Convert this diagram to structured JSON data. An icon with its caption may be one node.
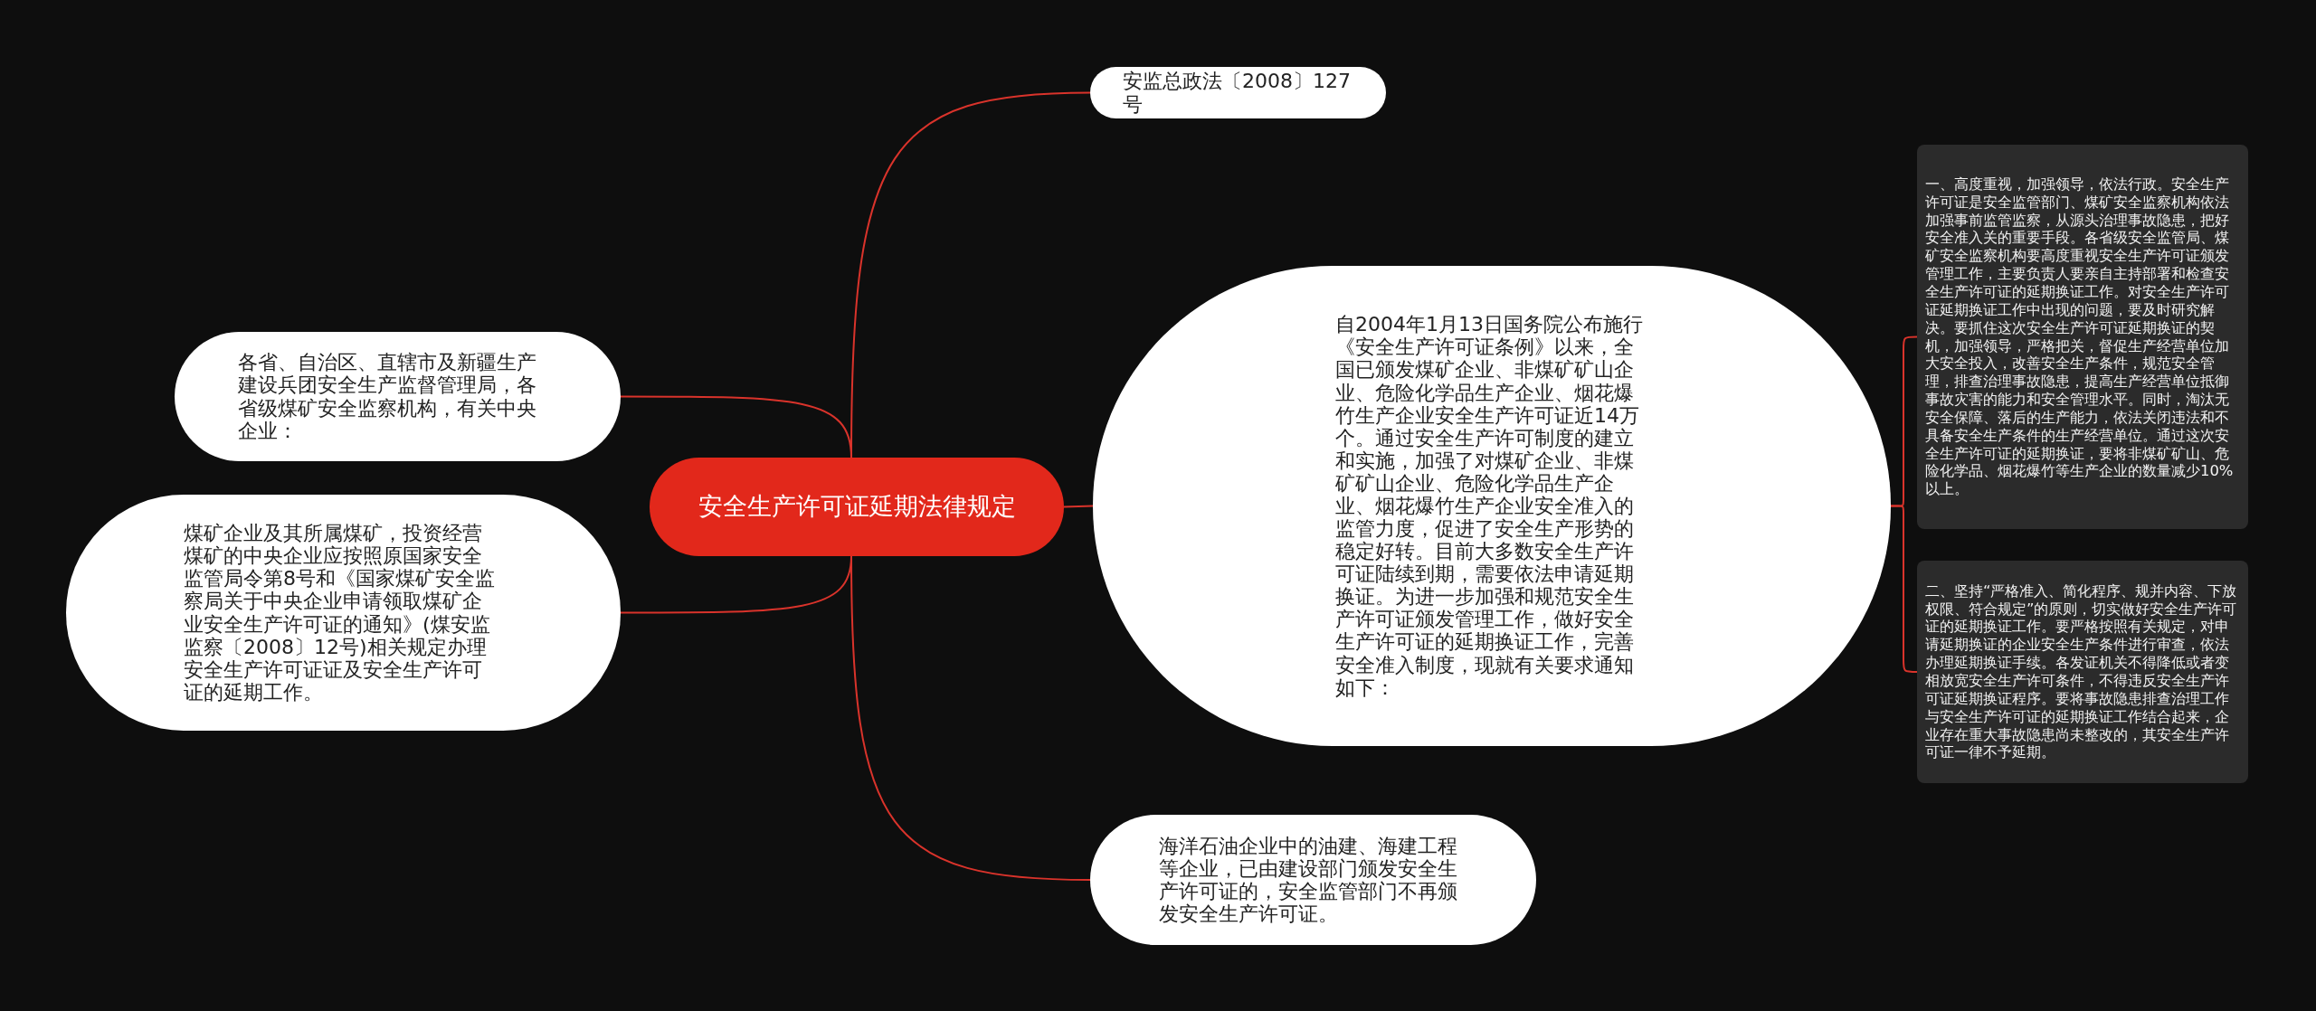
{
  "diagram": {
    "nodes": [
      {
        "text": [
          "安全生产许可证延期法律规定"
        ]
      },
      {
        "text": [
          "安监总政法〔2008〕127号"
        ]
      },
      {
        "text": [
          "自2004年1月13日国务院公布施行《安全生产许可证条例》以来，全国已颁发煤矿企业、非煤矿矿山企业、危险化学品生产企业、烟花爆竹生产企业安全生产许可证近14万个。通过安全生产许可制度的建立和实施，加强了对煤矿企业、非煤矿矿山企业、危险化学品生产企业、烟花爆竹生产企业安全准入的监管力度，促进了安全生产形势的稳定好转。目前大多数安全生产许可证陆续到期，需要依法申请延期换证。为进一步加强和规范安全生产许可证颁发管理工作，做好安全生产许可证的延期换证工作，完善安全准入制度，现就有关要求通知如下："
        ]
      },
      {
        "text": [
          "海洋石油企业中的油建、海建工程等企业，已由建设部门颁发安全生产许可证的，安全监管部门不再颁发安全生产许可证。"
        ]
      },
      {
        "text": [
          "各省、自治区、直辖市及新疆生产建设兵团安全生产监督管理局，各省级煤矿安全监察机构，有关中央企业："
        ]
      },
      {
        "text": [
          "煤矿企业及其所属煤矿，投资经营煤矿的中央企业应按照原国家安全监管局令第8号和《国家煤矿安全监察局关于中央企业申请领取煤矿企业安全生产许可证的通知》(煤安监监察〔2008〕12号)相关规定办理安全生产许可证证及安全生产许可证的延期工作。"
        ]
      },
      {
        "text": [
          "一、高度重视，加强领导，依法行政。安全生产许可证是安全监管部门、煤矿安全监察机构依法加强事前监管监察，从源头治理事故隐患，把好安全准入关的重要手段。各省级安全监管局、煤矿安全监察机构要高度重视安全生产许可证颁发管理工作，主要负责人要亲自主持部署和检查安全生产许可证的延期换证工作。对安全生产许可证延期换证工作中出现的问题，要及时研究解决。要抓住这次安全生产许可证延期换证的契机，加强领导，严格把关，督促生产经营单位加大安全投入，改善安全生产条件，规范安全管理，排查治理事故隐患，提高生产经营单位抵御事故灾害的能力和安全管理水平。同时，淘汰无安全保障、落后的生产能力，依法关闭违法和不具备安全生产条件的生产经营单位。通过这次安全生产许可证的延期换证，要将非煤矿矿山、危险化学品、烟花爆竹等生产企业的数量减少10%以上。"
        ]
      },
      {
        "text": [
          "二、坚持“严格准入、简化程序、规并内容、下放权限、符合规定”的原则，切实做好安全生产许可证的延期换证工作。要严格按照有关规定，对申请延期换证的企业安全生产条件进行审查，依法办理延期换证手续。各发证机关不得降低或者变相放宽安全生产许可条件，不得违反安全生产许可证延期换证程序。要将事故隐患排查治理工作与安全生产许可证的延期换证工作结合起来，企业存在重大事故隐患尚未整改的，其安全生产许可证一律不予延期。"
        ]
      }
    ],
    "edges": [
      {
        "from": 0,
        "to": 1,
        "arrow": "none"
      },
      {
        "from": 0,
        "to": 2,
        "arrow": "none"
      },
      {
        "from": 0,
        "to": 3,
        "arrow": "none"
      },
      {
        "from": 0,
        "to": 4,
        "arrow": "none"
      },
      {
        "from": 0,
        "to": 5,
        "arrow": "none"
      },
      {
        "from": 2,
        "to": 6,
        "arrow": "none"
      },
      {
        "from": 2,
        "to": 7,
        "arrow": "none"
      }
    ]
  }
}
